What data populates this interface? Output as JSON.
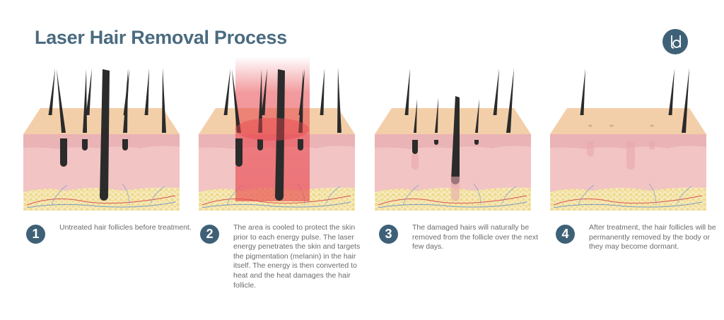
{
  "title": "Laser Hair Removal Process",
  "logo": {
    "text": "ld",
    "color": "#3f6178"
  },
  "colors": {
    "accent": "#3f6178",
    "skin_top": "#f3cfa9",
    "dermis": "#f2c4c4",
    "fat": "#f3e4a6",
    "laser": "#e8484f"
  },
  "steps": [
    {
      "number": "1",
      "text": "Untreated hair follicles before treatment."
    },
    {
      "number": "2",
      "text": "The area is cooled to protect the skin prior to each energy pulse. The laser energy penetrates the skin and targets the pigmentation (melanin) in the hair itself. The energy is then converted to heat and the heat damages the hair follicle."
    },
    {
      "number": "3",
      "text": "The damaged hairs will naturally be removed from the follicle over the next few days."
    },
    {
      "number": "4",
      "text": "After treatment, the hair follicles will be permanently removed by the body or they may become dormant."
    }
  ]
}
